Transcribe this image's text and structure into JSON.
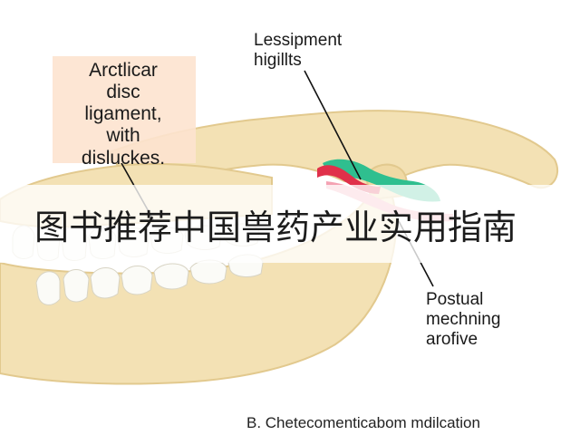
{
  "labels": {
    "arctlicar": "Arctlicar\ndisc\nligament,\nwith\ndisluckes.",
    "lessipment": "Lessipment\nhigillts",
    "postual": "Postual\nmechning\narofive"
  },
  "caption": "B. Chetecomenticabom mdilcation",
  "banner": "图书推荐中国兽药产业实用指南",
  "colors": {
    "bone": "#f3e1b4",
    "bone_shadow": "#e2c98e",
    "tooth": "#fbfbf7",
    "disc_green": "#2fbf8f",
    "ligament_red": "#e0304a",
    "ligament_pink": "#f4a2b3",
    "callout_bg": "#fde3cf"
  }
}
